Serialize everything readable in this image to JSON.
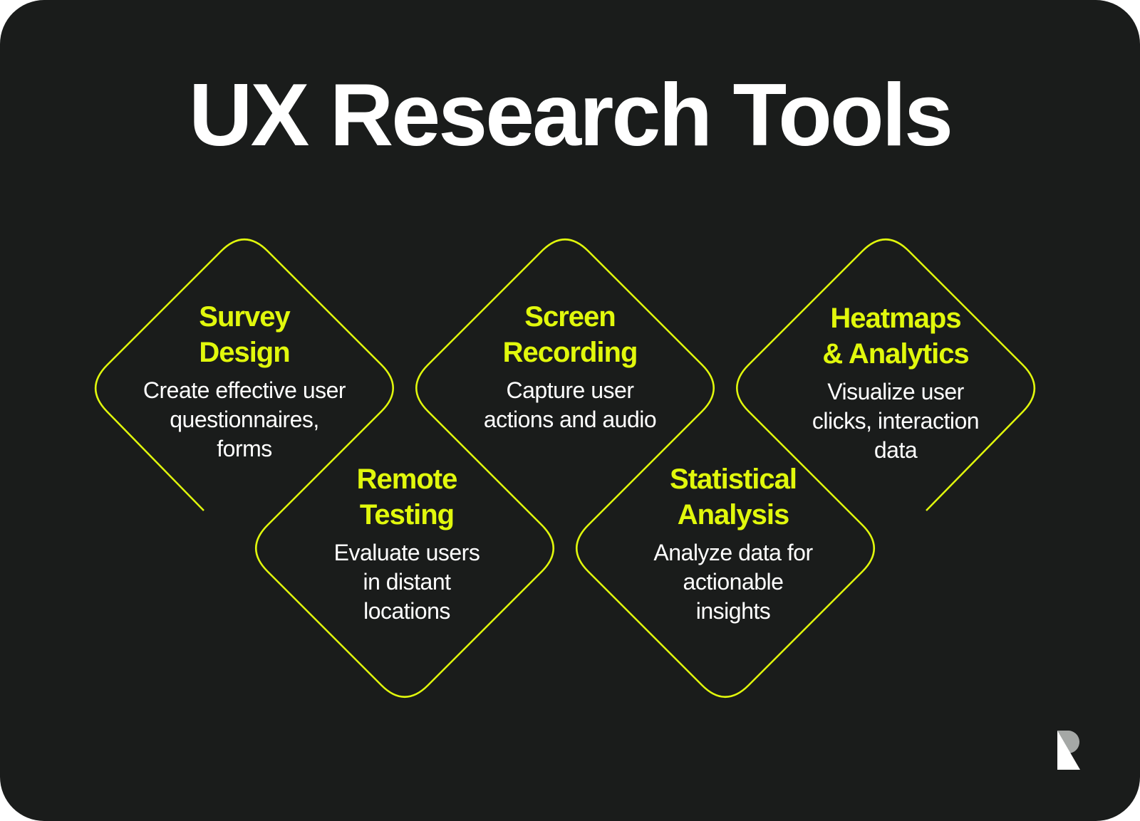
{
  "title": "UX Research Tools",
  "colors": {
    "background": "#1a1c1b",
    "accent": "#e1f80c",
    "text": "#ffffff",
    "logo_light": "#ffffff",
    "logo_gray": "#a5a8a6"
  },
  "tools": [
    {
      "heading_line1": "Survey",
      "heading_line2": "Design",
      "description": [
        "Create effective user",
        "questionnaires,",
        "forms"
      ]
    },
    {
      "heading_line1": "Screen",
      "heading_line2": "Recording",
      "description": [
        "Capture user",
        "actions and audio"
      ]
    },
    {
      "heading_line1": "Heatmaps",
      "heading_line2": "& Analytics",
      "description": [
        "Visualize user",
        "clicks, interaction",
        "data"
      ]
    },
    {
      "heading_line1": "Remote",
      "heading_line2": "Testing",
      "description": [
        "Evaluate users",
        "in distant",
        "locations"
      ]
    },
    {
      "heading_line1": "Statistical",
      "heading_line2": "Analysis",
      "description": [
        "Analyze data for",
        "actionable",
        "insights"
      ]
    }
  ],
  "logo": {
    "icon": "r-logo-icon"
  }
}
